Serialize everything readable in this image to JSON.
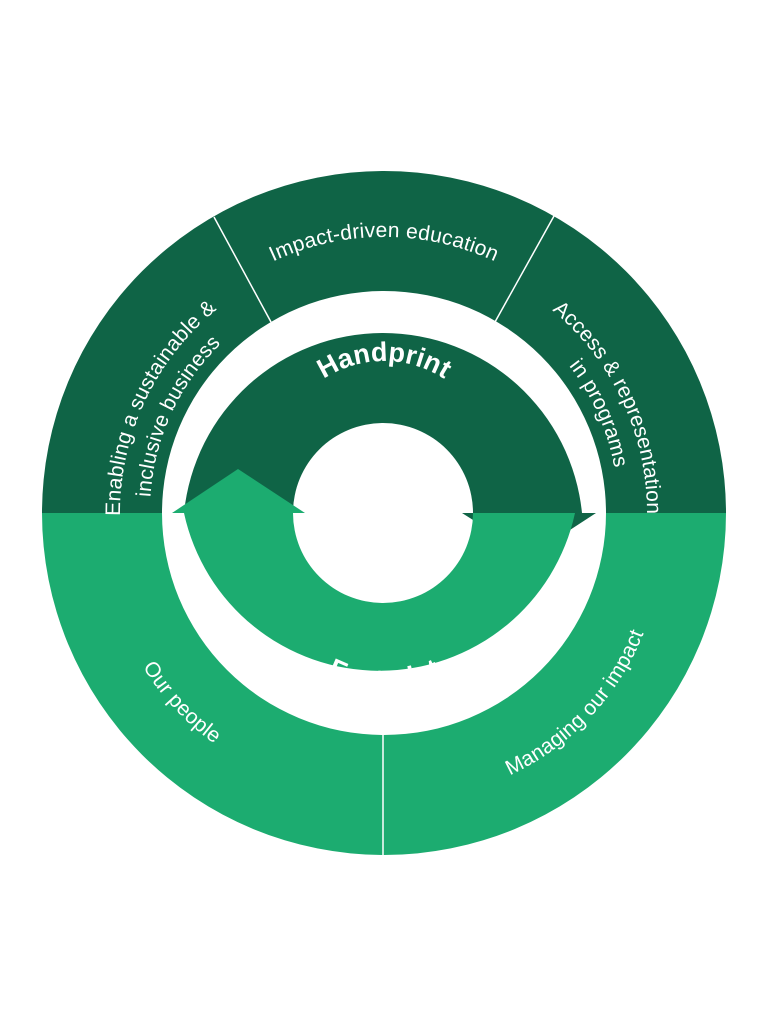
{
  "colors": {
    "dark_green": "#0f6446",
    "light_green": "#1cac70",
    "background": "#ffffff"
  },
  "inner": {
    "top_label": "Handprint",
    "bottom_label": "Footprint"
  },
  "outer_segments": [
    {
      "id": "enabling",
      "half": "top",
      "lines": [
        "Enabling a sustainable &",
        "inclusive business"
      ]
    },
    {
      "id": "education",
      "half": "top",
      "lines": [
        "Impact-driven education"
      ]
    },
    {
      "id": "access",
      "half": "top",
      "lines": [
        "Access & representation",
        "in programs"
      ]
    },
    {
      "id": "people",
      "half": "bottom",
      "lines": [
        "Our people"
      ]
    },
    {
      "id": "impact",
      "half": "bottom",
      "lines": [
        "Managing our impact"
      ]
    }
  ]
}
